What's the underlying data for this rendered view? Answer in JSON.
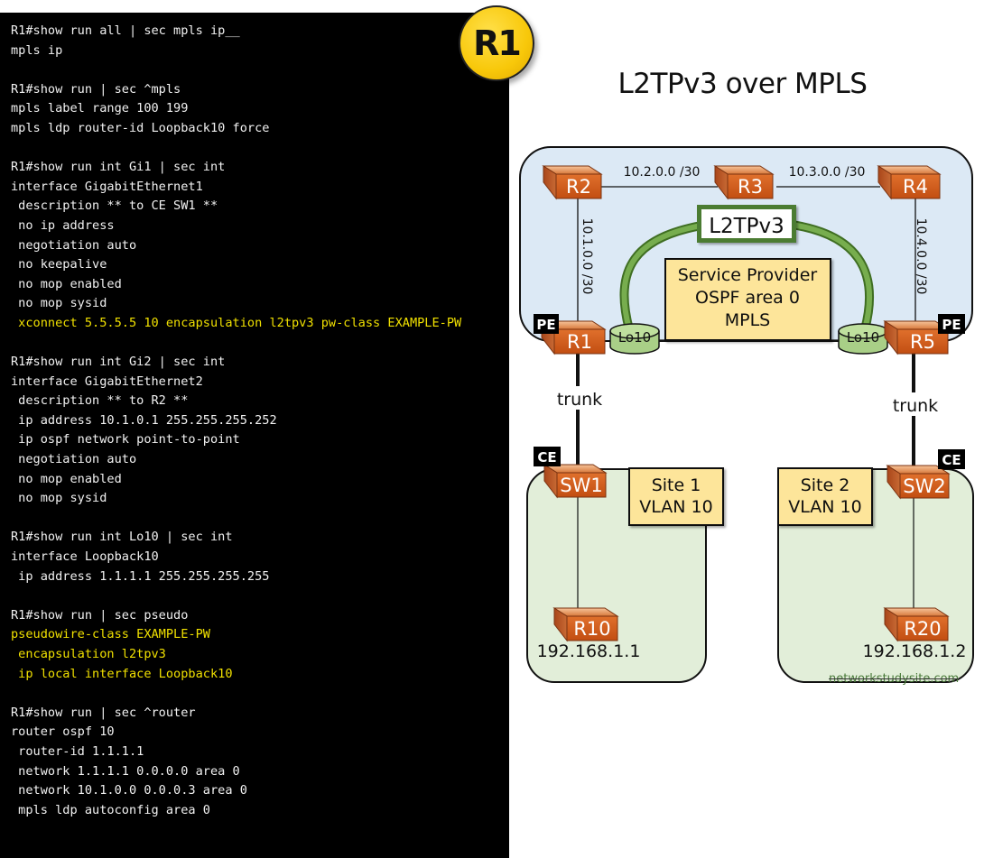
{
  "badge": {
    "label": "R1"
  },
  "terminal": {
    "lines": [
      {
        "text": "R1#show run all | sec mpls ip__",
        "highlight": false
      },
      {
        "text": "mpls ip",
        "highlight": false
      },
      {
        "text": "",
        "highlight": false
      },
      {
        "text": "R1#show run | sec ^mpls",
        "highlight": false
      },
      {
        "text": "mpls label range 100 199",
        "highlight": false
      },
      {
        "text": "mpls ldp router-id Loopback10 force",
        "highlight": false
      },
      {
        "text": "",
        "highlight": false
      },
      {
        "text": "R1#show run int Gi1 | sec int",
        "highlight": false
      },
      {
        "text": "interface GigabitEthernet1",
        "highlight": false
      },
      {
        "text": " description ** to CE SW1 **",
        "highlight": false
      },
      {
        "text": " no ip address",
        "highlight": false
      },
      {
        "text": " negotiation auto",
        "highlight": false
      },
      {
        "text": " no keepalive",
        "highlight": false
      },
      {
        "text": " no mop enabled",
        "highlight": false
      },
      {
        "text": " no mop sysid",
        "highlight": false
      },
      {
        "text": " xconnect 5.5.5.5 10 encapsulation l2tpv3 pw-class EXAMPLE-PW",
        "highlight": true
      },
      {
        "text": "",
        "highlight": false
      },
      {
        "text": "R1#show run int Gi2 | sec int",
        "highlight": false
      },
      {
        "text": "interface GigabitEthernet2",
        "highlight": false
      },
      {
        "text": " description ** to R2 **",
        "highlight": false
      },
      {
        "text": " ip address 10.1.0.1 255.255.255.252",
        "highlight": false
      },
      {
        "text": " ip ospf network point-to-point",
        "highlight": false
      },
      {
        "text": " negotiation auto",
        "highlight": false
      },
      {
        "text": " no mop enabled",
        "highlight": false
      },
      {
        "text": " no mop sysid",
        "highlight": false
      },
      {
        "text": "",
        "highlight": false
      },
      {
        "text": "R1#show run int Lo10 | sec int",
        "highlight": false
      },
      {
        "text": "interface Loopback10",
        "highlight": false
      },
      {
        "text": " ip address 1.1.1.1 255.255.255.255",
        "highlight": false
      },
      {
        "text": "",
        "highlight": false
      },
      {
        "text": "R1#show run | sec pseudo",
        "highlight": false
      },
      {
        "text": "pseudowire-class EXAMPLE-PW",
        "highlight": true
      },
      {
        "text": " encapsulation l2tpv3",
        "highlight": true
      },
      {
        "text": " ip local interface Loopback10",
        "highlight": true
      },
      {
        "text": "",
        "highlight": false
      },
      {
        "text": "R1#show run | sec ^router",
        "highlight": false
      },
      {
        "text": "router ospf 10",
        "highlight": false
      },
      {
        "text": " router-id 1.1.1.1",
        "highlight": false
      },
      {
        "text": " network 1.1.1.1 0.0.0.0 area 0",
        "highlight": false
      },
      {
        "text": " network 10.1.0.0 0.0.0.3 area 0",
        "highlight": false
      },
      {
        "text": " mpls ldp autoconfig area 0",
        "highlight": false
      }
    ]
  },
  "diagram": {
    "title": "L2TPv3 over MPLS",
    "routers": {
      "r1": "R1",
      "r2": "R2",
      "r3": "R3",
      "r4": "R4",
      "r5": "R5",
      "sw1": "SW1",
      "sw2": "SW2",
      "r10": "R10",
      "r20": "R20"
    },
    "links": {
      "r2_r3": "10.2.0.0 /30",
      "r3_r4": "10.3.0.0 /30",
      "r1_r2": "10.1.0.0 /30",
      "r4_r5": "10.4.0.0 /30",
      "r1_sw1": "trunk",
      "r5_sw2": "trunk"
    },
    "tunnel_label": "L2TPv3",
    "loopback_left": "Lo10",
    "loopback_right": "Lo10",
    "provider_box": [
      "Service Provider",
      "OSPF area 0",
      "MPLS"
    ],
    "role_r1": "PE",
    "role_r5": "PE",
    "role_sw1": "CE",
    "role_sw2": "CE",
    "site1": [
      "Site 1",
      "VLAN 10"
    ],
    "site2": [
      "Site 2",
      "VLAN 10"
    ],
    "host_r10_ip": "192.168.1.1",
    "host_r20_ip": "192.168.1.2",
    "watermark": "networkstudysite.com",
    "colors": {
      "provider_bg": "#dce9f5",
      "site_bg": "#e2eed9",
      "router_orange": "#d2601e",
      "tunnel_green": "#5f9a3a",
      "label_box": "#fde59a",
      "highlight_text": "#f0e000"
    }
  }
}
